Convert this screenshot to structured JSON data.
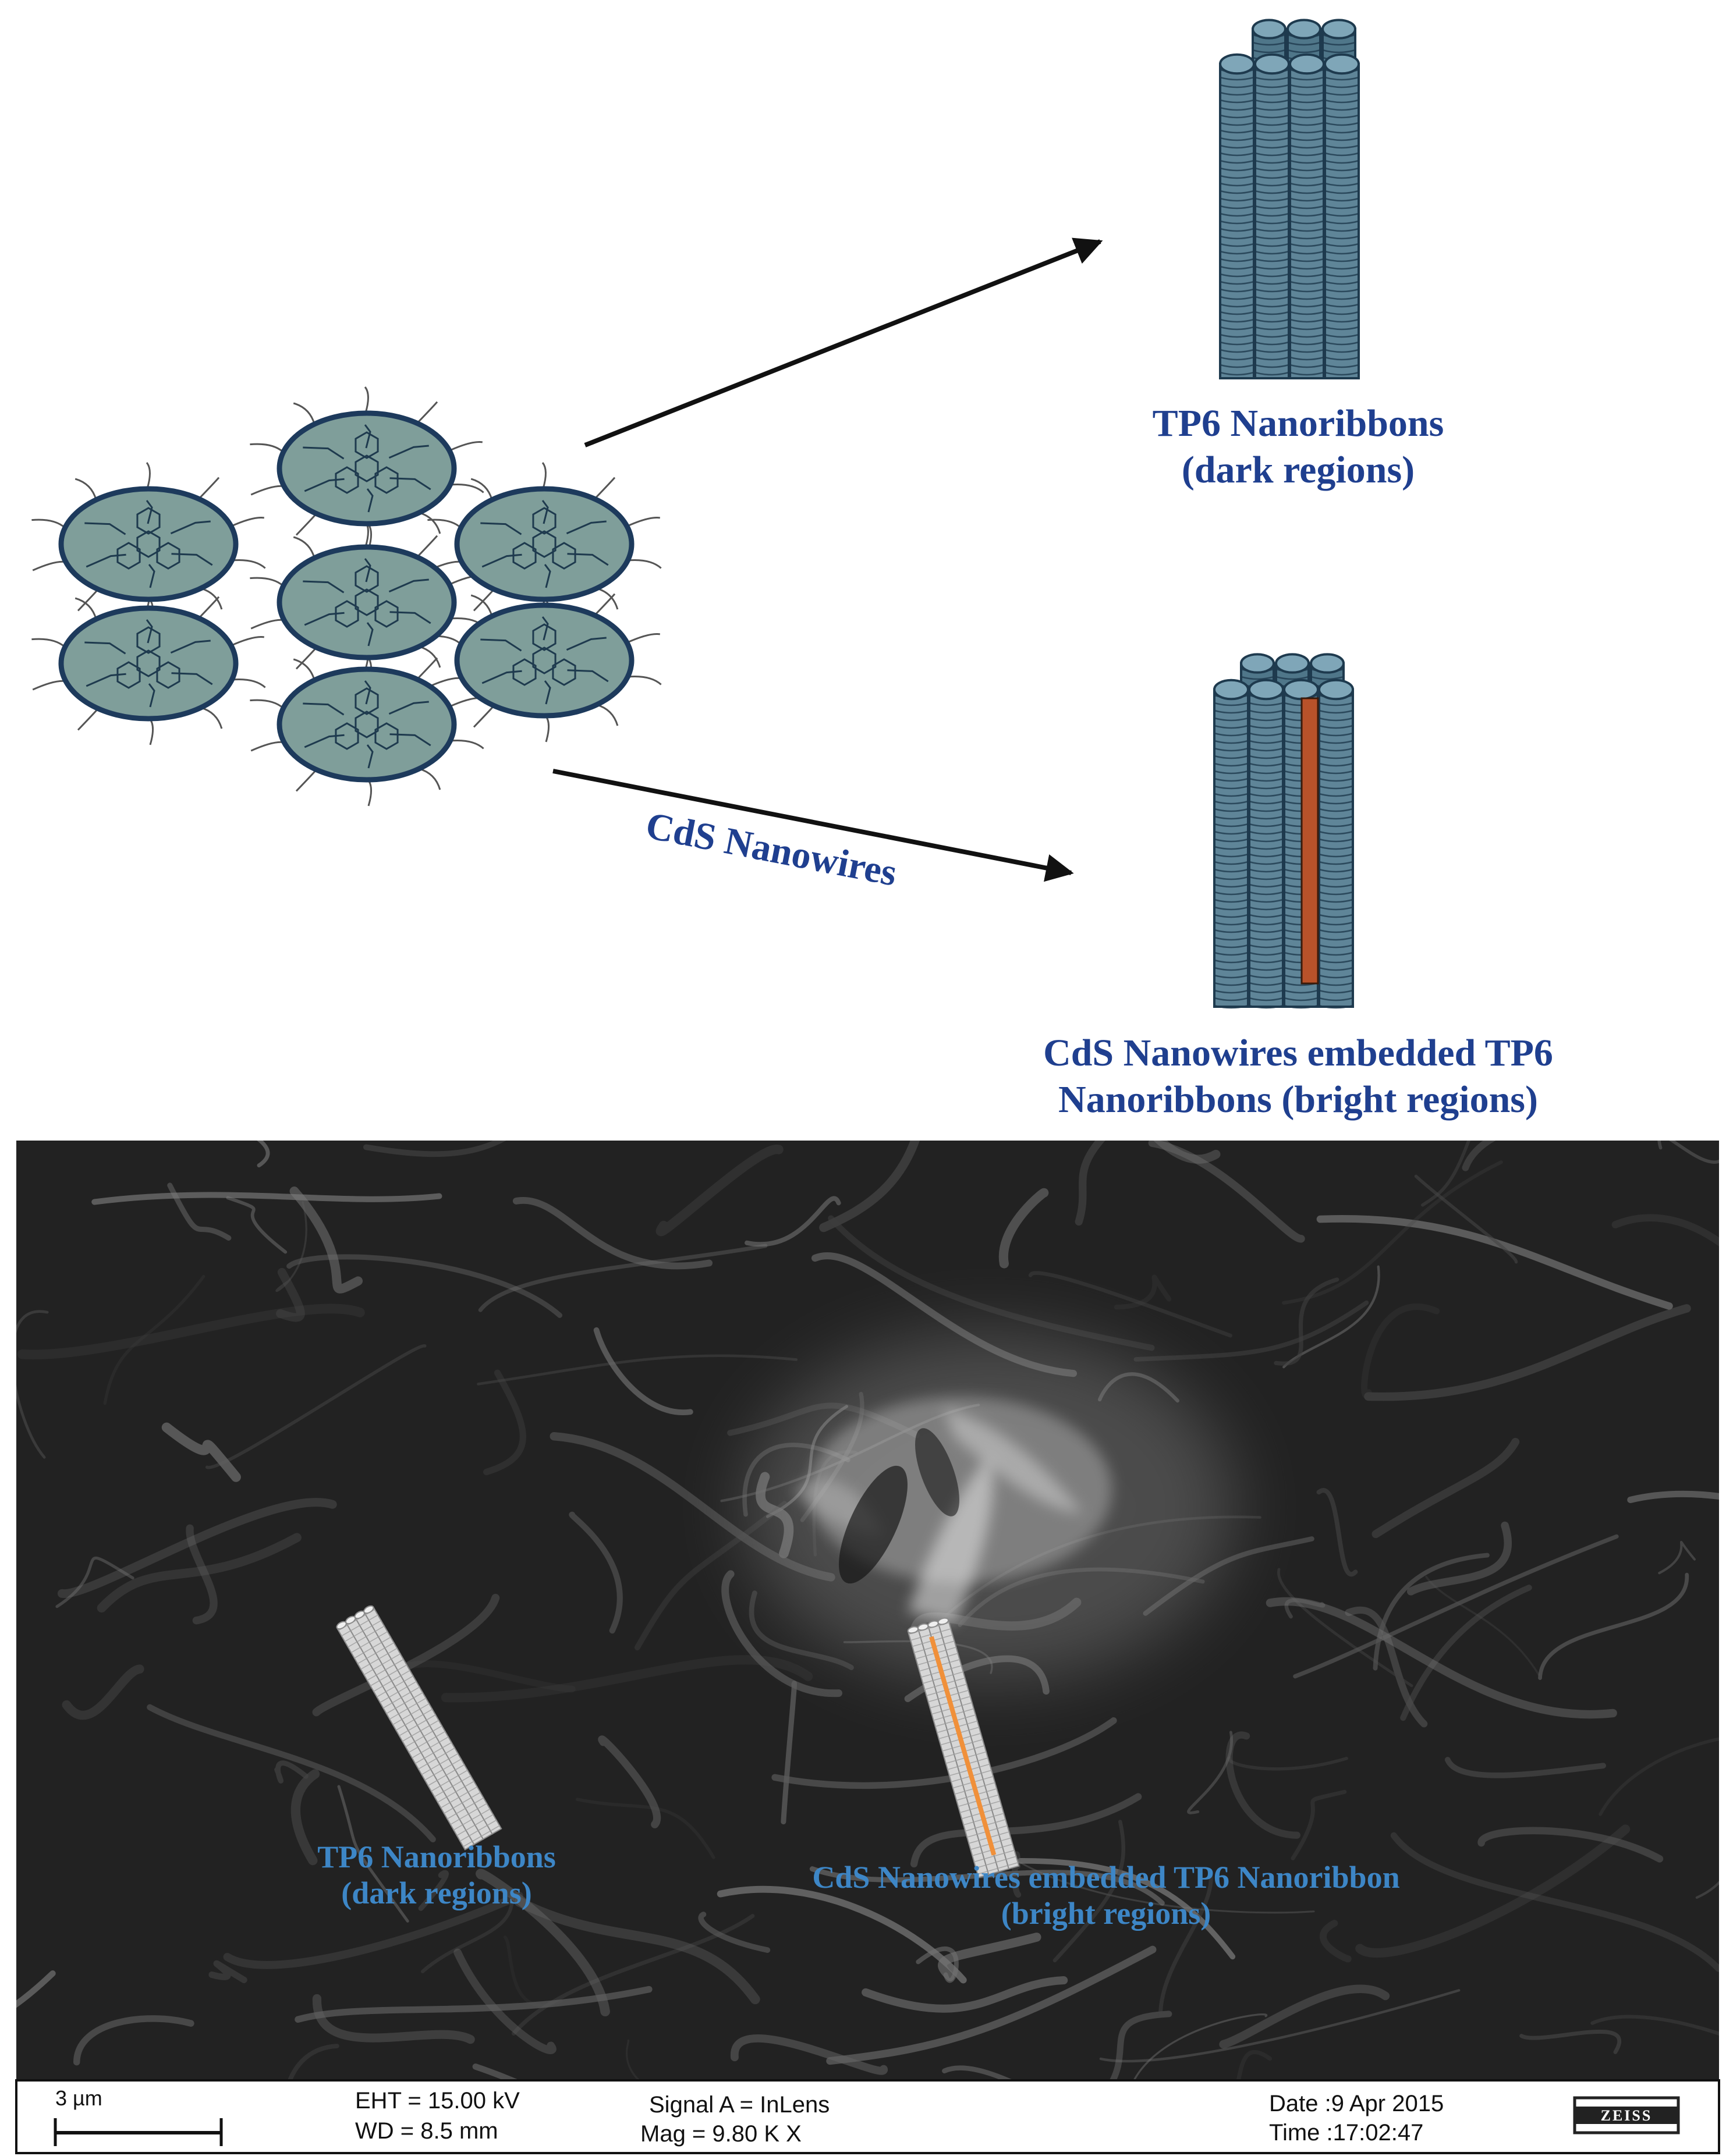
{
  "schematic": {
    "top_label_line1": "TP6 Nanoribbons",
    "top_label_line2": "(dark regions)",
    "arrow_label": "CdS Nanowires",
    "bottom_label_line1": "CdS Nanowires embedded TP6",
    "bottom_label_line2": "Nanoribbons  (bright regions)"
  },
  "sem_image": {
    "left_label_line1": "TP6 Nanoribbons",
    "left_label_line2": "(dark regions)",
    "right_label_line1": "CdS Nanowires embedded TP6 Nanoribbon",
    "right_label_line2": "(bright regions)"
  },
  "info_bar": {
    "scale_bar": "3 µm",
    "eht": "EHT = 15.00 kV",
    "wd": "WD =  8.5 mm",
    "signal": "Signal A = InLens",
    "mag": "Mag =   9.80 K X",
    "date": "Date :9 Apr 2015",
    "time": "Time :17:02:47",
    "logo": "ZEISS"
  },
  "colors": {
    "disc_fill": "#7f9e9a",
    "disc_stroke": "#1d3a5c",
    "stack_fill": "#5f8598",
    "stack_stroke": "#1e3a4e",
    "label_top": "#1f3f8f",
    "label_sem": "#3d86c6",
    "nanowire": "#b8522a",
    "nanowire_sem": "#f0903a"
  }
}
